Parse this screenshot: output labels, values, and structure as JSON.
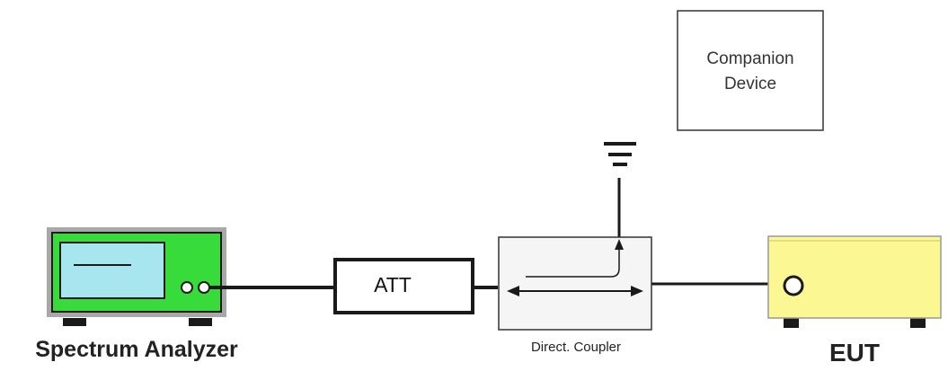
{
  "labels": {
    "spectrum_analyzer": "Spectrum Analyzer",
    "attenuator": "ATT",
    "coupler": "Direct. Coupler",
    "eut": "EUT",
    "companion_line1": "Companion",
    "companion_line2": "Device"
  },
  "colors": {
    "analyzer_body": "#37dc3a",
    "analyzer_screen": "#a7e5ef",
    "eut_body": "#fbf894",
    "coupler_body": "#f5f5f5",
    "line": "#1a1a1a",
    "feet": "#1a1a1a"
  }
}
